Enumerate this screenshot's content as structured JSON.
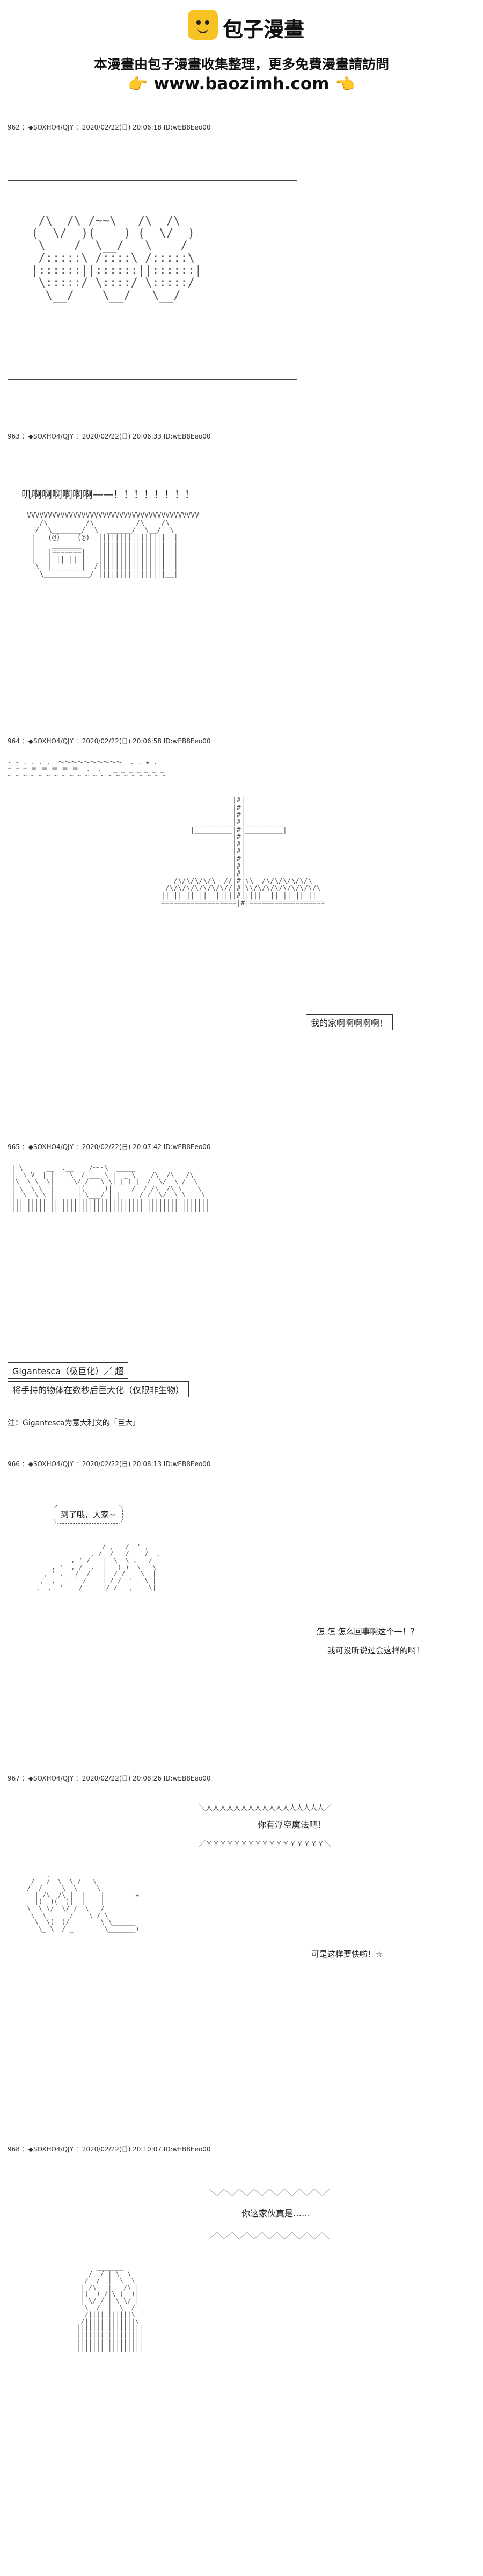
{
  "brand": {
    "title": "包子漫畫",
    "line1": "本漫畫由包子漫畫收集整理，更多免費漫畫請訪問",
    "hand_left": "👉",
    "url": "www.baozimh.com",
    "hand_right": "👈"
  },
  "posts": [
    {
      "id": "962",
      "header": "962 ：◆SOXHO4/QJY ：2020/02/22(日) 20:06:18 ID:wEB8Eeo00"
    },
    {
      "id": "963",
      "header": "963 ：◆SOXHO4/QJY ：2020/02/22(日) 20:06:33 ID:wEB8Eeo00",
      "shout": "叽啊啊啊啊啊啊——！！！！！！！！"
    },
    {
      "id": "964",
      "header": "964 ：◆SOXHO4/QJY ：2020/02/22(日) 20:06:58 ID:wEB8Eeo00",
      "speech": "我的家啊啊啊啊啊！"
    },
    {
      "id": "965",
      "header": "965 ：◆SOXHO4/QJY ：2020/02/22(日) 20:07:42 ID:wEB8Eeo00",
      "skill_name": "Gigantesca（极巨化）／ 超",
      "skill_desc": "将手持的物体在数秒后巨大化（仅限非生物）",
      "note": "注：Gigantesca为意大利文的「巨大」"
    },
    {
      "id": "966",
      "header": "966 ：◆SOXHO4/QJY ：2020/02/22(日) 20:08:13 ID:wEB8Eeo00",
      "bubble": "到了哦，大家~",
      "speech1": "怎 怎 怎么回事啊这个一！？",
      "speech2": "我可没听说过会这样的啊！"
    },
    {
      "id": "967",
      "header": "967 ：◆SOXHO4/QJY ：2020/02/22(日) 20:08:26 ID:wEB8Eeo00",
      "shout": "你有浮空魔法吧！",
      "speech": "可是这样要快啦！☆"
    },
    {
      "id": "968",
      "header": "968 ：◆SOXHO4/QJY ：2020/02/22(日) 20:10:07 ID:wEB8Eeo00",
      "shout": "你这家伙真是……"
    }
  ]
}
